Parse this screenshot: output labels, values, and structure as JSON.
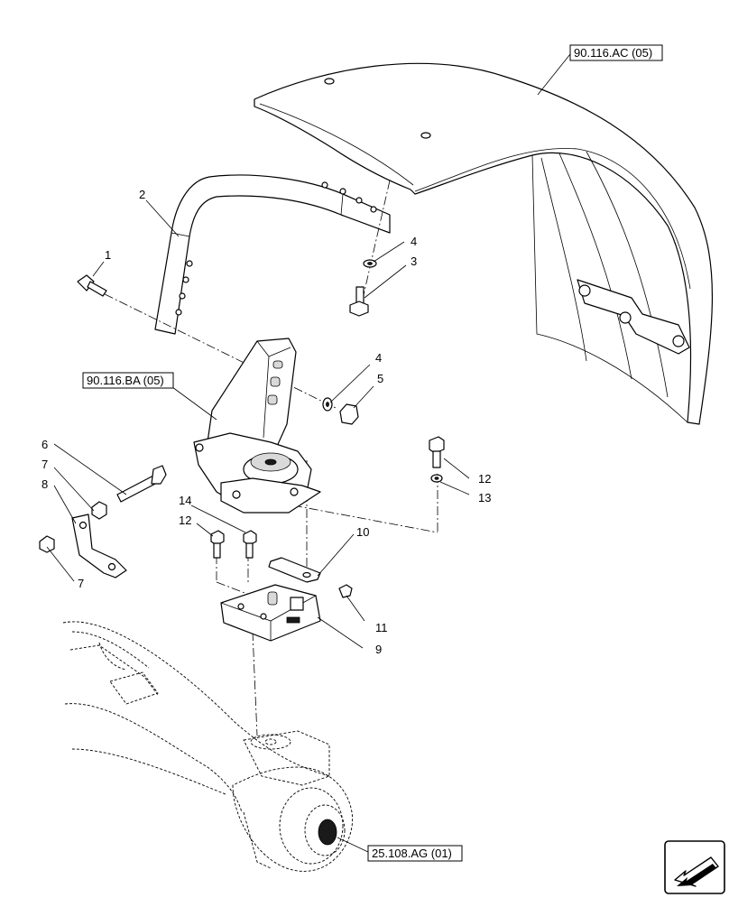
{
  "references": {
    "fender": "90.116.AC (05)",
    "mount": "90.116.BA (05)",
    "axle": "25.108.AG (01)"
  },
  "callouts": {
    "c1": "1",
    "c2": "2",
    "c3": "3",
    "c4a": "4",
    "c4b": "4",
    "c5": "5",
    "c6": "6",
    "c7a": "7",
    "c7b": "7",
    "c8": "8",
    "c9": "9",
    "c10": "10",
    "c11": "11",
    "c12a": "12",
    "c12b": "12",
    "c13": "13",
    "c14": "14"
  },
  "nav_icon": "arrow-icon"
}
